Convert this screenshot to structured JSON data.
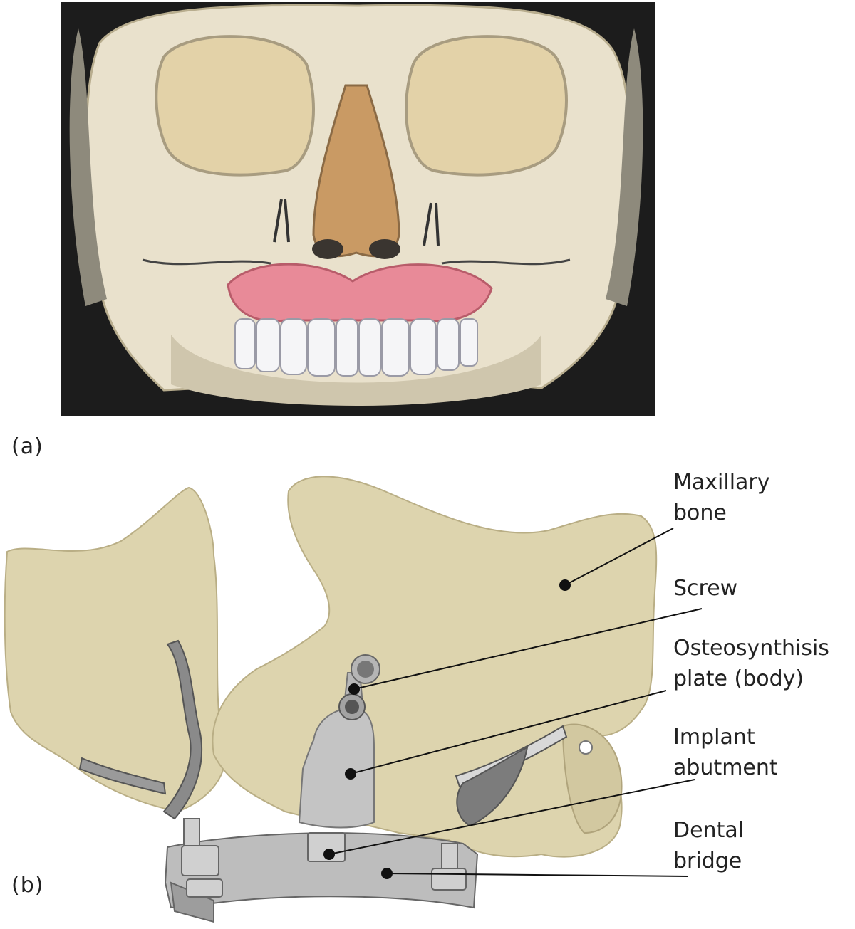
{
  "panel_a": {
    "label": "(a)"
  },
  "panel_b": {
    "label": "(b)",
    "callouts": [
      {
        "id": "maxillary",
        "line1": "Maxillary",
        "line2": "bone"
      },
      {
        "id": "screw",
        "line1": "Screw",
        "line2": ""
      },
      {
        "id": "plate",
        "line1": "Osteosynthisis",
        "line2": "plate (body)"
      },
      {
        "id": "abutment",
        "line1": "Implant",
        "line2": "abutment"
      },
      {
        "id": "bridge",
        "line1": "Dental",
        "line2": "bridge"
      }
    ]
  },
  "colors": {
    "bone": "#ddd4ae",
    "bone_shadow": "#b9ae85",
    "metal": "#bcbcbc",
    "metal_dark": "#7d7d7d",
    "gum": "#e88a98",
    "photo_bg": "#1c1c1c"
  }
}
